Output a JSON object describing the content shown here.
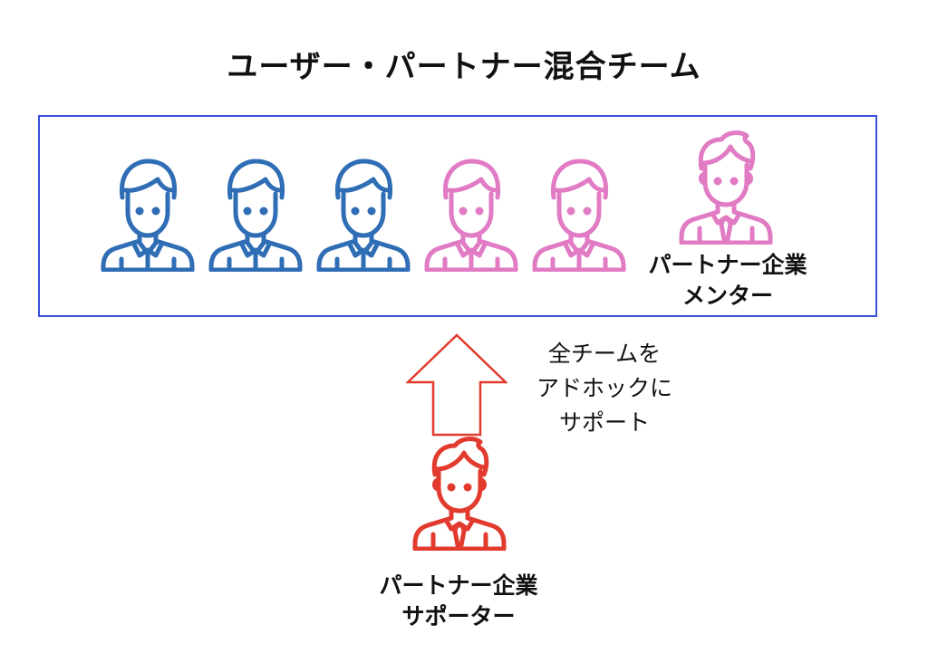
{
  "title": "ユーザー・パートナー混合チーム",
  "team_members": [
    {
      "role": "user",
      "color": "#2f6db5"
    },
    {
      "role": "user",
      "color": "#2f6db5"
    },
    {
      "role": "user",
      "color": "#2f6db5"
    },
    {
      "role": "partner",
      "color": "#e07bc4"
    },
    {
      "role": "partner",
      "color": "#e07bc4"
    }
  ],
  "mentor": {
    "label_line1": "パートナー企業",
    "label_line2": "メンター",
    "color": "#e07bc4",
    "icon": "businessman-icon"
  },
  "support_note": {
    "line1": "全チームを",
    "line2": "アドホックに",
    "line3": "サポート"
  },
  "supporter": {
    "label_line1": "パートナー企業",
    "label_line2": "サポーター",
    "color": "#e23b2e",
    "icon": "businessman-icon"
  },
  "colors": {
    "box_border": "#3b4fd8",
    "arrow": "#e23b2e"
  }
}
